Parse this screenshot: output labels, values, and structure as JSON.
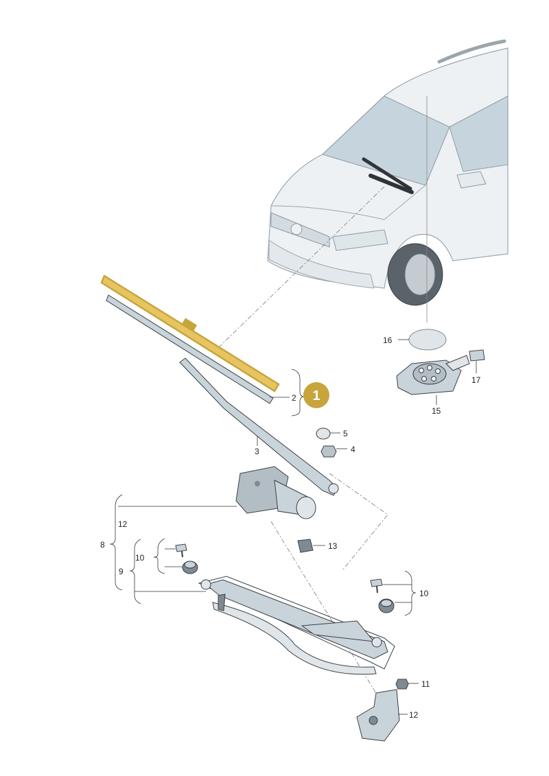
{
  "highlight": {
    "label": "1",
    "color": "#c8a43c",
    "highlight_color": "#e6c460"
  },
  "callouts": {
    "c2": "2",
    "c3": "3",
    "c4": "4",
    "c5": "5",
    "c8": "8",
    "c9": "9",
    "c10a": "10",
    "c10b": "10",
    "c11": "11",
    "c12a": "12",
    "c12b": "12",
    "c13": "13",
    "c15": "15",
    "c16": "16",
    "c17": "17"
  },
  "colors": {
    "part_fill": "#c9d3da",
    "part_dark": "#8f9ba4",
    "car_fill": "#e9eef1",
    "glass": "#c3d2db"
  }
}
